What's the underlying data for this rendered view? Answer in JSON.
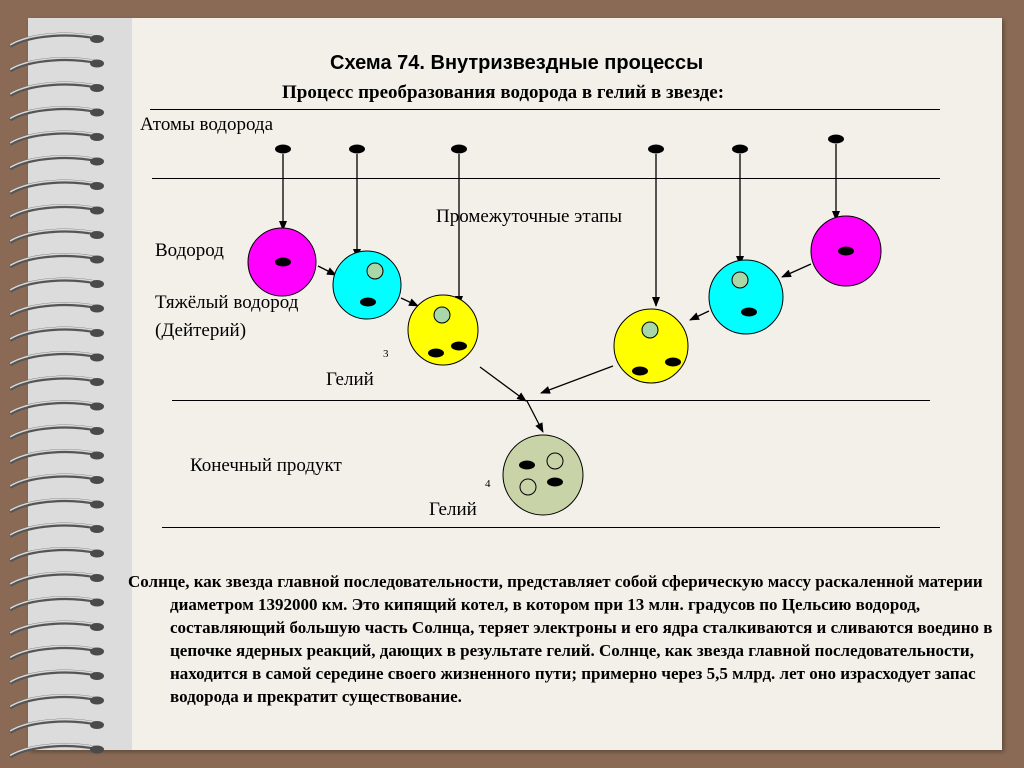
{
  "title": "Схема 74. Внутризвездные процессы",
  "subtitle": "Процесс преобразования водорода в гелий в звезде:",
  "labels": {
    "hydrogen_atoms": "Атомы водорода",
    "intermediate": "Промежуточные этапы",
    "hydrogen": "Водород",
    "heavy_hydrogen": "Тяжёлый водород",
    "deuterium": "(Дейтерий)",
    "helium3": "Гелий",
    "helium3_sup": "3",
    "final_product": "Конечный продукт",
    "helium4": "Гелий",
    "helium4_sup": "4"
  },
  "paragraph": "Солнце, как звезда главной последовательности, представляет собой сферическую массу раскаленной материи диаметром 1392000 км. Это кипящий котел, в котором при 13 млн. градусов по Цельсию водород, составляющий большую часть Солнца, теряет электроны и его ядра сталкиваются и сливаются воедино в цепочке ядерных реакций, дающих в результате гелий. Солнце, как звезда главной последовательности, находится в самой середине своего жизненного пути; примерно через 5,5 млрд. лет оно израсходует запас водорода и прекратит существование.",
  "colors": {
    "hydrogen": "#ff00ff",
    "deuterium": "#00ffff",
    "helium3": "#ffff00",
    "helium4": "#c8d4a8",
    "particle_small": "#a8d8a8"
  }
}
